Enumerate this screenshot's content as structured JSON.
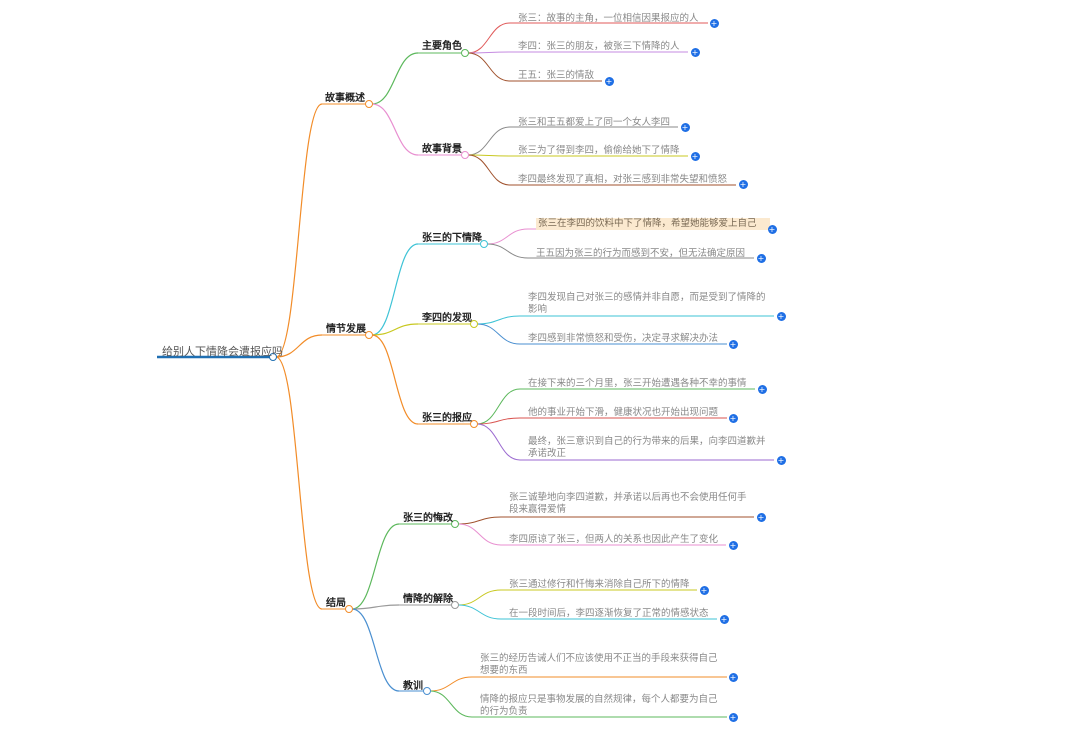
{
  "root": "给别人下情降会遭报应吗",
  "branches": [
    {
      "label": "故事概述",
      "children": [
        {
          "label": "主要角色",
          "leaves": [
            "张三：故事的主角，一位相信因果报应的人",
            "李四：张三的朋友，被张三下情降的人",
            "王五：张三的情敌"
          ]
        },
        {
          "label": "故事背景",
          "leaves": [
            "张三和王五都爱上了同一个女人李四",
            "张三为了得到李四，偷偷给她下了情降",
            "李四最终发现了真相，对张三感到非常失望和愤怒"
          ]
        }
      ]
    },
    {
      "label": "情节发展",
      "children": [
        {
          "label": "张三的下情降",
          "leaves": [
            "张三在李四的饮料中下了情降，希望她能够爱上自己",
            "王五因为张三的行为而感到不安，但无法确定原因"
          ]
        },
        {
          "label": "李四的发现",
          "leaves": [
            "李四发现自己对张三的感情并非自愿，而是受到了情降的影响",
            "李四感到非常愤怒和受伤，决定寻求解决办法"
          ]
        },
        {
          "label": "张三的报应",
          "leaves": [
            "在接下来的三个月里，张三开始遭遇各种不幸的事情",
            "他的事业开始下滑，健康状况也开始出现问题",
            "最终，张三意识到自己的行为带来的后果，向李四道歉并承诺改正"
          ]
        }
      ]
    },
    {
      "label": "结局",
      "children": [
        {
          "label": "张三的悔改",
          "leaves": [
            "张三诚挚地向李四道歉，并承诺以后再也不会使用任何手段来赢得爱情",
            "李四原谅了张三，但两人的关系也因此产生了变化"
          ]
        },
        {
          "label": "情降的解除",
          "leaves": [
            "张三通过修行和忏悔来消除自己所下的情降",
            "在一段时间后，李四逐渐恢复了正常的情感状态"
          ]
        },
        {
          "label": "教训",
          "leaves": [
            "张三的经历告诫人们不应该使用不正当的手段来获得自己想要的东西",
            "情降的报应只是事物发展的自然规律，每个人都要为自己的行为负责"
          ]
        }
      ]
    }
  ],
  "expand_symbol": "+",
  "colors": {
    "root_underline": "#1f6fb2",
    "l1_edge": "#f28c28",
    "plus_button": "#1f6fe5",
    "highlight_bg": "#fbe9cf",
    "l2_edges": [
      "#5cb85c",
      "#e88fd0",
      "#3ec3d6",
      "#c8c820",
      "#f28c28",
      "#5cb85c",
      "#999999",
      "#4a8fd0"
    ],
    "leaf_edges": [
      "#e05a5a",
      "#c58be0",
      "#a0522d",
      "#888888",
      "#c8c820",
      "#a0522d",
      "#e88fd0",
      "#888888",
      "#3ec3d6",
      "#4a8fd0",
      "#5cb85c",
      "#d9534f",
      "#9b6ad0",
      "#a0522d",
      "#e88fd0",
      "#c8c820",
      "#3ec3d6",
      "#f28c28",
      "#5cb85c"
    ]
  }
}
